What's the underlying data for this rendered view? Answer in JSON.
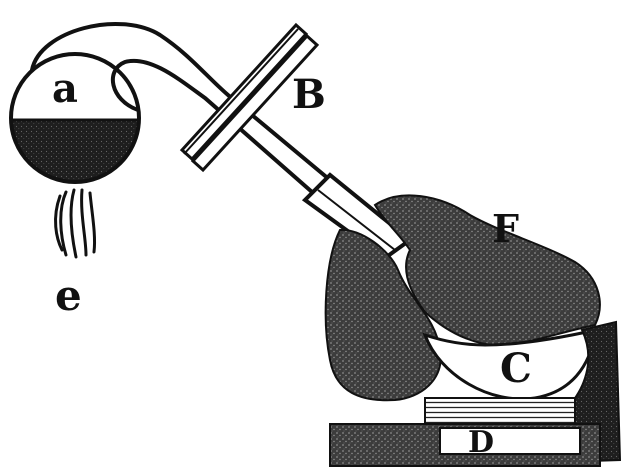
{
  "labels": {
    "flask": "a",
    "tube": "B",
    "flame": "e",
    "receiver_cover": "F",
    "receiver": "C",
    "support": "D"
  },
  "colors": {
    "ink": "#111111",
    "paper": "#ffffff",
    "liquid": "#2a2a2a",
    "stone": "#3a3a3a"
  }
}
